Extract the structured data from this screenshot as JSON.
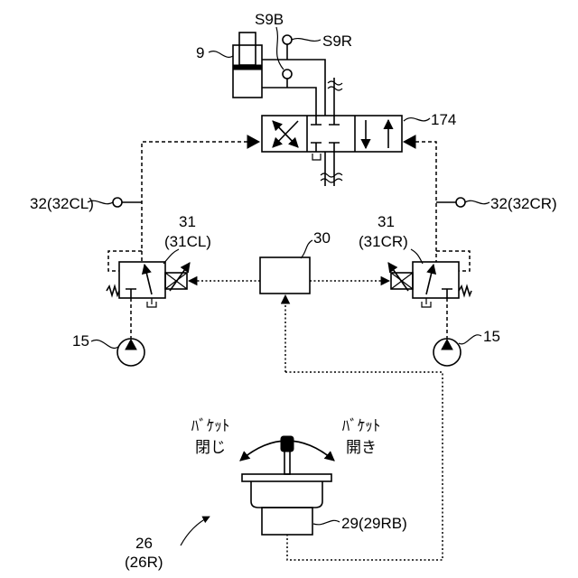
{
  "diagram": {
    "cylinder_label": "9",
    "sensor_bottom_label": "S9B",
    "sensor_rod_label": "S9R",
    "main_valve_label": "174",
    "pressure_sensor_left_label": "32(32CL)",
    "pressure_sensor_right_label": "32(32CR)",
    "pilot_valve_left": {
      "number": "31",
      "id": "(31CL)"
    },
    "pilot_valve_right": {
      "number": "31",
      "id": "(31CR)"
    },
    "controller_label": "30",
    "pump_left_label": "15",
    "pump_right_label": "15",
    "bucket_close": {
      "line1": "ﾊﾞｹｯﾄ",
      "line2": "閉じ"
    },
    "bucket_open": {
      "line1": "ﾊﾞｹｯﾄ",
      "line2": "開き"
    },
    "lever_sensor_label": "29(29RB)",
    "operating_device": {
      "number": "26",
      "id": "(26R)"
    }
  }
}
